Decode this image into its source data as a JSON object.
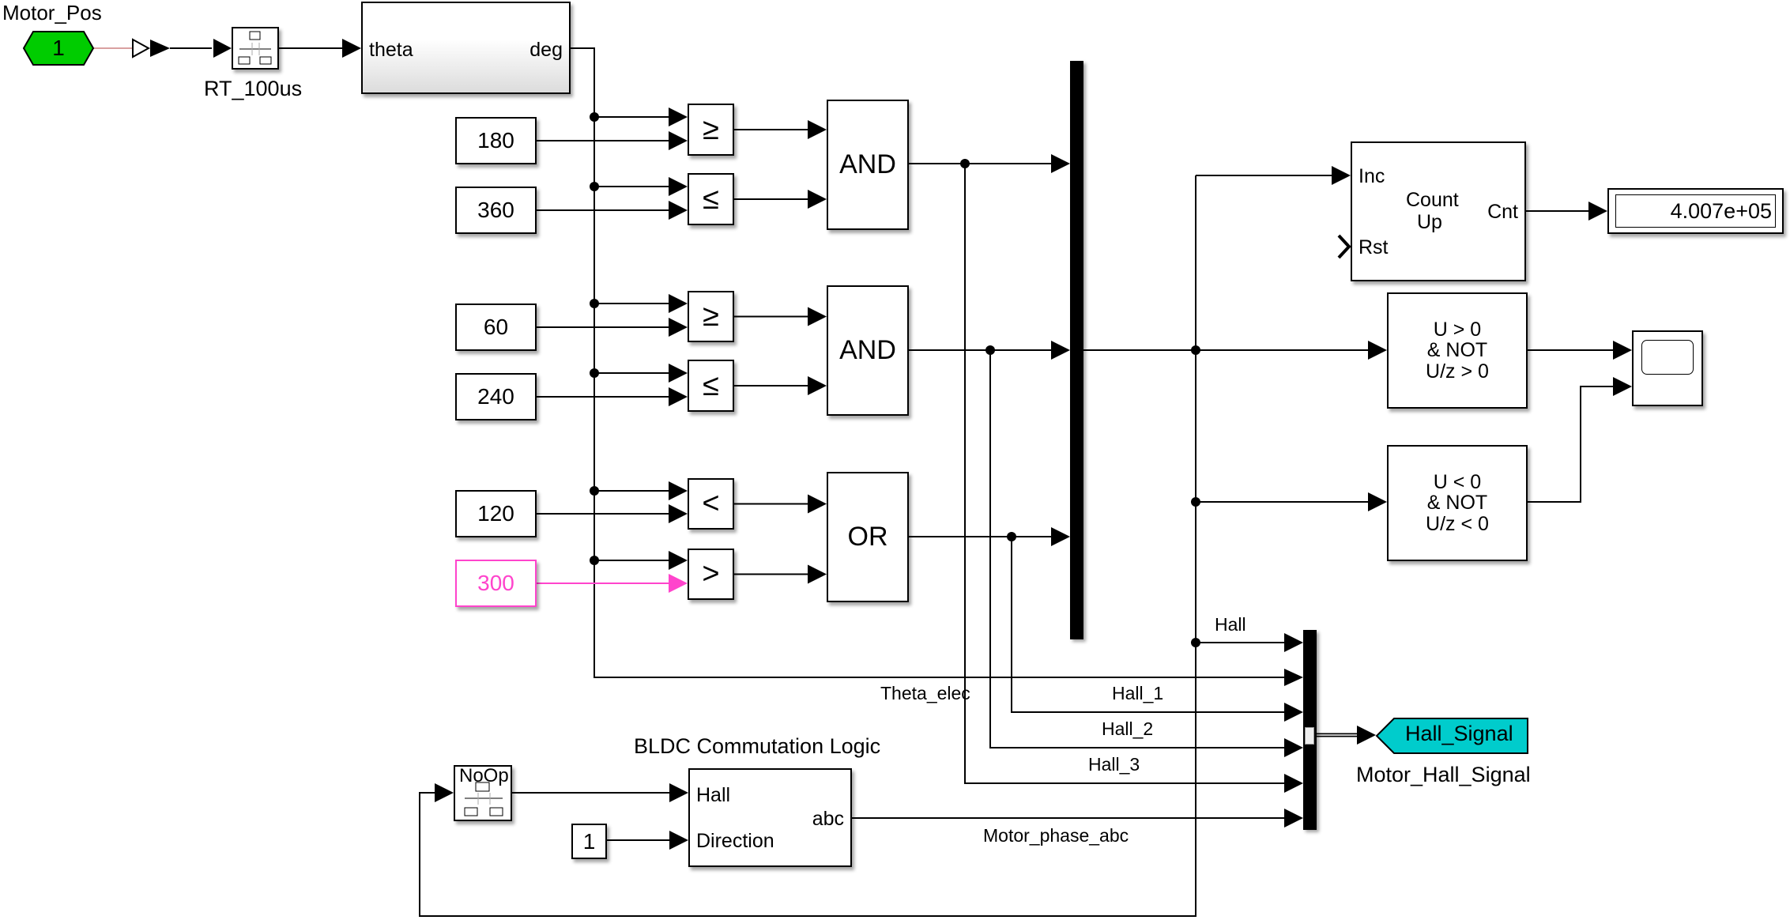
{
  "inport": {
    "number": "1",
    "label": "Motor_Pos",
    "color": "#00cc00"
  },
  "rate_transition_top": {
    "label": "RT_100us"
  },
  "subsystem_top": {
    "in_port": "theta",
    "out_port": "deg"
  },
  "constants": [
    {
      "value": "180"
    },
    {
      "value": "360"
    },
    {
      "value": "60"
    },
    {
      "value": "240"
    },
    {
      "value": "120"
    },
    {
      "value": "300",
      "color": "#ff44cc"
    }
  ],
  "relational_ops": [
    "≥",
    "≤",
    "≥",
    "≤",
    "<",
    ">"
  ],
  "logic_ops": [
    "AND",
    "AND",
    "OR"
  ],
  "counter": {
    "in1": "Inc",
    "in2": "Rst",
    "center_line1": "Count",
    "center_line2": "Up",
    "out": "Cnt"
  },
  "display": {
    "value": "4.007e+05"
  },
  "detect_increase": {
    "line1": "U > 0",
    "line2": "&  NOT",
    "line3": "U/z > 0"
  },
  "detect_decrease": {
    "line1": "U < 0",
    "line2": "&  NOT",
    "line3": "U/z < 0"
  },
  "signal_labels": {
    "hall": "Hall",
    "theta_elec": "Theta_elec",
    "hall_1": "Hall_1",
    "hall_2": "Hall_2",
    "hall_3": "Hall_3",
    "motor_phase_abc": "Motor_phase_abc"
  },
  "goto": {
    "tag": "Hall_Signal",
    "label": "Motor_Hall_Signal",
    "color": "#00cccc"
  },
  "noop": {
    "label": "NoOp"
  },
  "bldc": {
    "title": "BLDC Commutation Logic",
    "in1": "Hall",
    "in2": "Direction",
    "out": "abc"
  },
  "direction_const": {
    "value": "1"
  }
}
